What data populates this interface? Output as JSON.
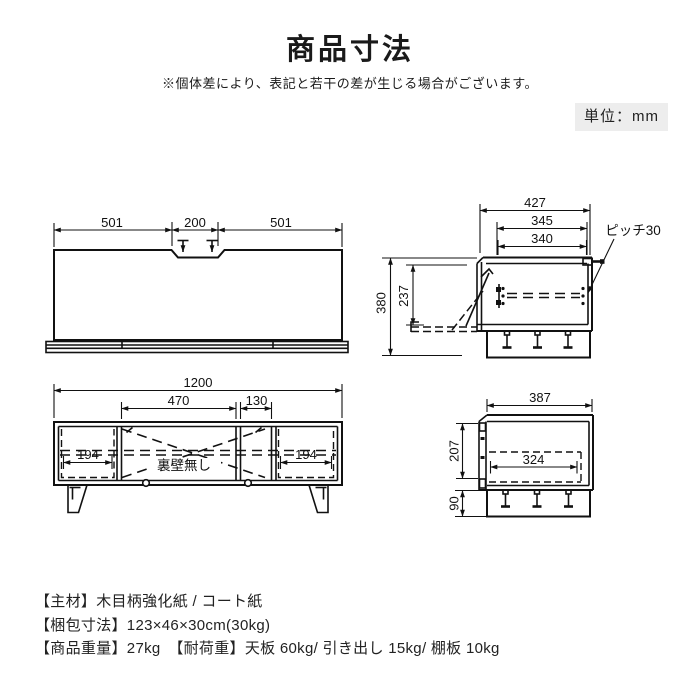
{
  "header": {
    "title": "商品寸法",
    "note": "※個体差により、表記と若干の差が生じる場合がございます。",
    "unit_label": "単位：mm"
  },
  "colors": {
    "line": "#111111",
    "unit_box_bg": "#ededed"
  },
  "top_view": {
    "dim_left": "501",
    "dim_center": "200",
    "dim_right": "501"
  },
  "side_open_view": {
    "dim_depth": "427",
    "dim_inner_depth": "345",
    "dim_shelf_depth": "340",
    "pitch_label": "ピッチ30",
    "dim_height": "380",
    "dim_open_height": "237"
  },
  "front_view": {
    "dim_width": "1200",
    "dim_center_open": "470",
    "dim_side_open": "130",
    "dim_left_drawer": "194",
    "dim_right_drawer": "194",
    "no_back_wall_label": "裏壁無し"
  },
  "side_drawer_view": {
    "dim_depth": "387",
    "dim_front_height": "207",
    "dim_drawer_inner": "324",
    "dim_leg_height": "90"
  },
  "footer": {
    "material": "【主材】木目柄強化紙 / コート紙",
    "package": "【梱包寸法】123×46×30cm(30kg)",
    "weight": "【商品重量】27kg　【耐荷重】天板 60kg/ 引き出し 15kg/ 棚板 10kg"
  }
}
